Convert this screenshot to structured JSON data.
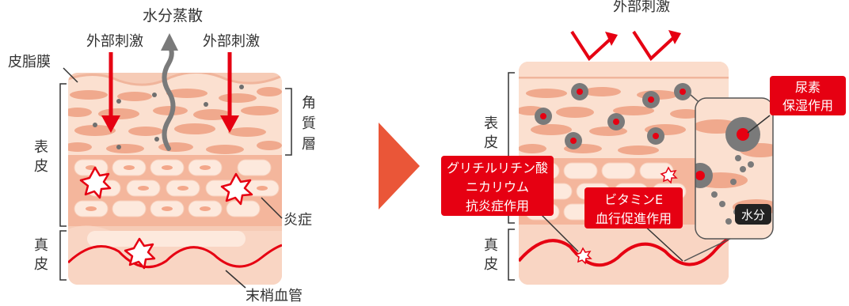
{
  "left_panel": {
    "labels": {
      "evaporation": "水分蒸散",
      "stimulus_left": "外部刺激",
      "stimulus_right": "外部刺激",
      "sebum_film": "皮脂膜",
      "epidermis_1": "表",
      "epidermis_2": "皮",
      "stratum_1": "角",
      "stratum_2": "質",
      "stratum_3": "層",
      "inflammation": "炎症",
      "dermis_1": "真",
      "dermis_2": "皮",
      "capillary": "末梢血管"
    }
  },
  "right_panel": {
    "labels": {
      "stimulus": "外部刺激",
      "epidermis_1": "表",
      "epidermis_2": "皮",
      "dermis_1": "真",
      "dermis_2": "皮",
      "glycyrrhizin_1": "グリチルリチン酸",
      "glycyrrhizin_2": "ニカリウム",
      "glycyrrhizin_3": "抗炎症作用",
      "vitamin_e_1": "ビタミンE",
      "vitamin_e_2": "血行促進作用",
      "urea_1": "尿素",
      "urea_2": "保湿作用",
      "water": "水分"
    }
  },
  "colors": {
    "accent_red": "#e60012",
    "arrow_orange": "#ea5638",
    "skin_light": "#fbe0d0",
    "skin_mid": "#f4b69c",
    "skin_dark": "#ec9478",
    "dermis": "#f6cbb6",
    "gray": "#7a7a7a"
  }
}
